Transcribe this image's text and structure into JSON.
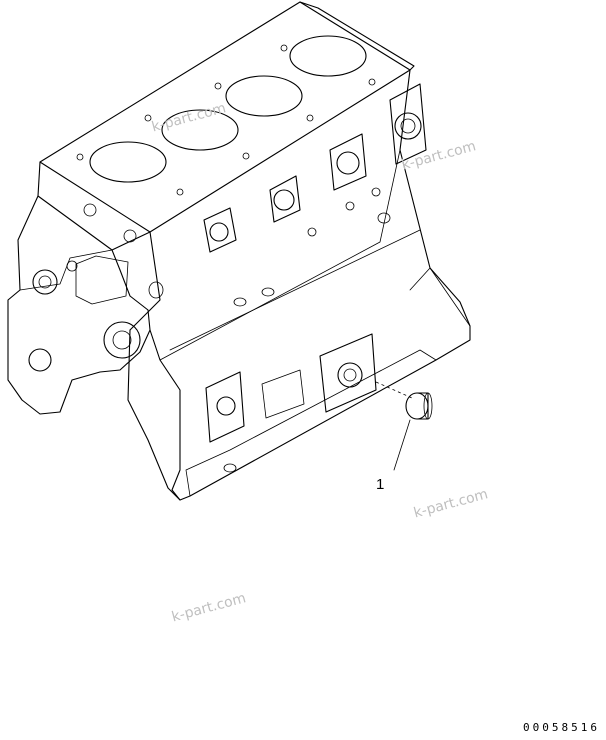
{
  "callout": {
    "label": "1"
  },
  "watermarks": [
    "k-part.com",
    "k-part.com",
    "k-part.com",
    "k-part.com"
  ],
  "drawing_number": "00058516",
  "parts": [
    {
      "ref": "1",
      "name": "plug"
    }
  ],
  "icons": {
    "engine": "engine-block-icon",
    "plug": "plug-icon"
  }
}
